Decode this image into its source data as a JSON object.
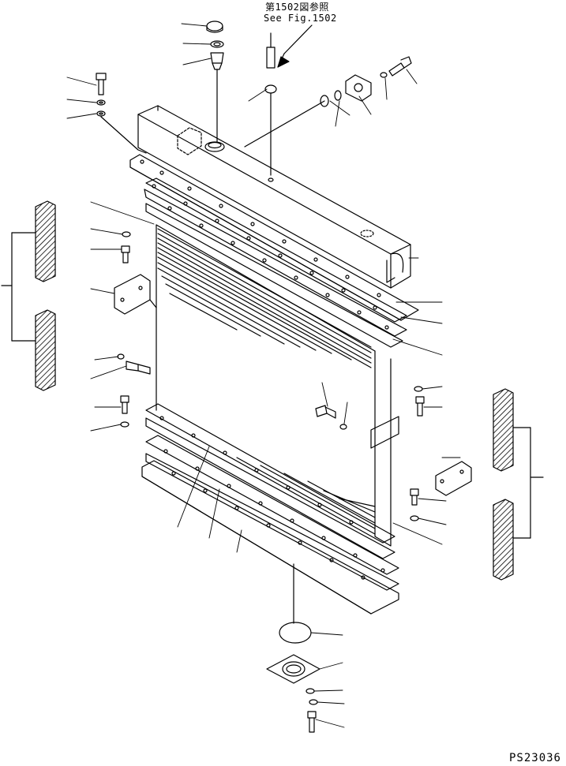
{
  "references": {
    "japanese": "第1502図参照",
    "english": "See Fig.1502"
  },
  "plate_code": "PS23036"
}
